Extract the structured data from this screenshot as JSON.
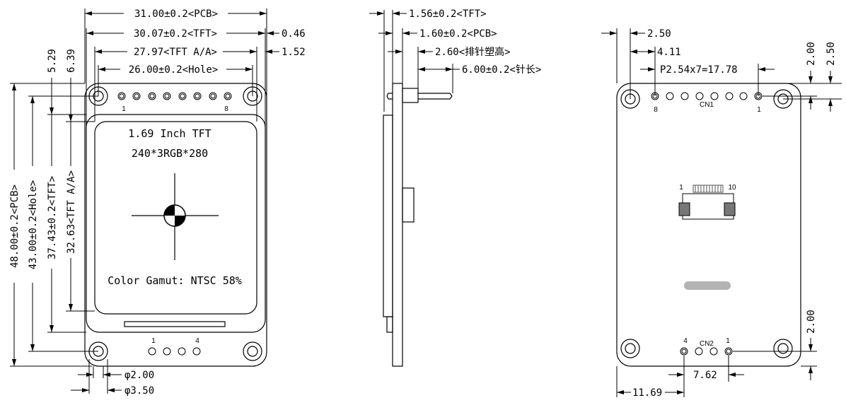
{
  "front_view": {
    "dims_horizontal": [
      "31.00±0.2<PCB>",
      "30.07±0.2<TFT>",
      "0.46",
      "27.97<TFT A/A>",
      "1.52",
      "26.00±0.2<Hole>"
    ],
    "dims_vertical": [
      "48.00±0.2<PCB>",
      "43.00±0.2<Hole>",
      "37.43±0.2<TFT>",
      "32.63<TFT A/A>",
      "5.29",
      "6.39"
    ],
    "hole_dims": [
      "φ2.00",
      "φ3.50"
    ],
    "screen_title": "1.69 Inch TFT",
    "resolution": "240*3RGB*280",
    "gamut": "Color Gamut: NTSC 58%",
    "top_pin_labels": [
      "1",
      "8"
    ],
    "bottom_pin_labels": [
      "1",
      "4"
    ]
  },
  "side_view": {
    "dims": [
      "1.56±0.2<TFT>",
      "1.60±0.2<PCB>",
      "2.60<排针塑高>",
      "6.00±0.2<针长>"
    ]
  },
  "back_view": {
    "dims": [
      "2.50",
      "4.11",
      "P2.54x7=17.78",
      "2.00",
      "2.50",
      "2.00",
      "7.62",
      "11.69"
    ],
    "cn1_labels": [
      "8",
      "CN1",
      "1"
    ],
    "fpc_labels": [
      "1",
      "10"
    ],
    "cn2_labels": [
      "4",
      "CN2",
      "1"
    ]
  }
}
